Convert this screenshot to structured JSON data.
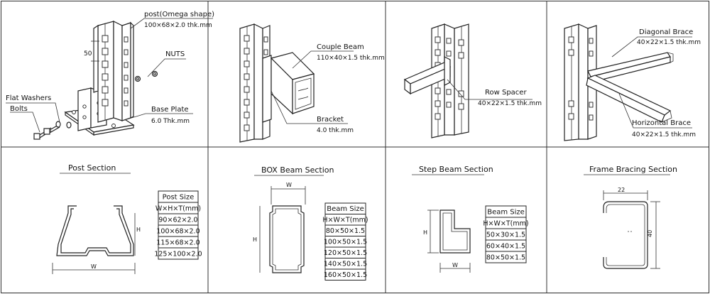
{
  "panels": {
    "post": {
      "post_label": "post(Omega shape)",
      "post_spec": "100×68×2.0 thk.mm",
      "dim_50": "50",
      "nuts": "NUTS",
      "flat_washers": "Flat Washers",
      "bolts": "Bolts",
      "base_plate": "Base Plate",
      "base_plate_spec": "6.0 Thk.mm"
    },
    "couple_beam": {
      "label": "Couple Beam",
      "spec": "110×40×1.5 thk.mm",
      "bracket": "Bracket",
      "bracket_spec": "4.0 thk.mm"
    },
    "row_spacer": {
      "label": "Row Spacer",
      "spec": "40×22×1.5 thk.mm"
    },
    "bracing": {
      "diagonal": "Diagonal Brace",
      "diagonal_spec": "40×22×1.5 thk.mm",
      "horizontal": "Horizontal Brace",
      "horizontal_spec": "40×22×1.5 thk.mm"
    }
  },
  "sections": {
    "post_section": {
      "title": "Post Section",
      "dim_h": "H",
      "dim_w": "W",
      "table": [
        "Post Size",
        "W×H×T(mm)",
        "90×62×2.0",
        "100×68×2.0",
        "115×68×2.0",
        "125×100×2.0"
      ]
    },
    "box_beam_section": {
      "title": "BOX Beam Section",
      "dim_w": "W",
      "dim_h": "H",
      "table": [
        "Beam Size",
        "H×W×T(mm)",
        "80×50×1.5",
        "100×50×1.5",
        "120×50×1.5",
        "140×50×1.5",
        "160×50×1.5"
      ]
    },
    "step_beam_section": {
      "title": "Step Beam Section",
      "dim_h": "H",
      "dim_w": "W",
      "table": [
        "Beam Size",
        "H×W×T(mm)",
        "50×30×1.5",
        "60×40×1.5",
        "80×50×1.5"
      ]
    },
    "frame_bracing_section": {
      "title": "Frame Bracing Section",
      "dim_22": "22",
      "dim_40": "40"
    }
  }
}
